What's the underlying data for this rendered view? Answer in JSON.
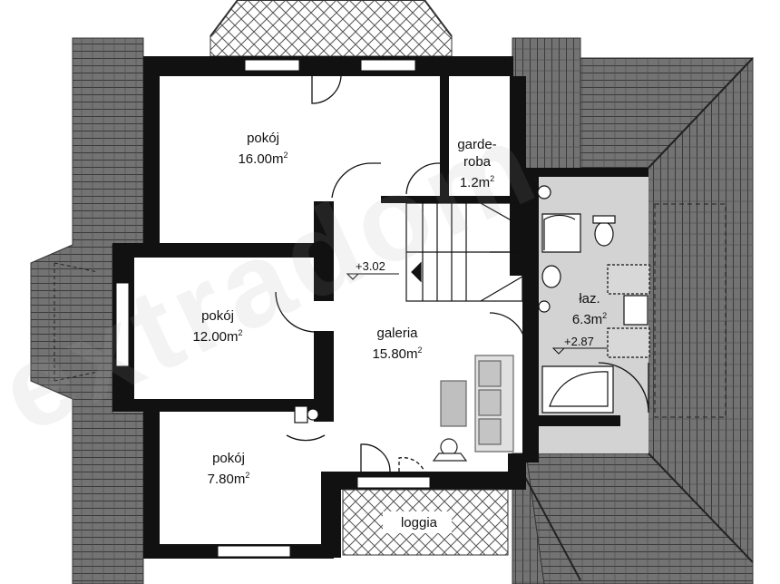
{
  "rooms": [
    {
      "key": "pokoj_north",
      "name": "pokój",
      "area": "16.00m",
      "sup": "2"
    },
    {
      "key": "garderoba",
      "name": "garde-",
      "name2": "roba",
      "area": "1.2m",
      "sup": "2"
    },
    {
      "key": "pokoj_west",
      "name": "pokój",
      "area": "12.00m",
      "sup": "2"
    },
    {
      "key": "galeria",
      "name": "galeria",
      "area": "15.80m",
      "sup": "2"
    },
    {
      "key": "lazienka",
      "name": "łaz.",
      "area": "6.3m",
      "sup": "2"
    },
    {
      "key": "pokoj_south",
      "name": "pokój",
      "area": "7.80m",
      "sup": "2"
    },
    {
      "key": "loggia",
      "name": "loggia"
    }
  ],
  "levels": [
    {
      "key": "stairs_level",
      "text": "+3.02"
    },
    {
      "key": "bath_level",
      "text": "+2.87"
    }
  ],
  "watermark": "extradom",
  "colors": {
    "wall": "#111111",
    "roof": "#6e6e6e",
    "bath_floor": "#d4d4d4",
    "hatch": "#555555"
  }
}
